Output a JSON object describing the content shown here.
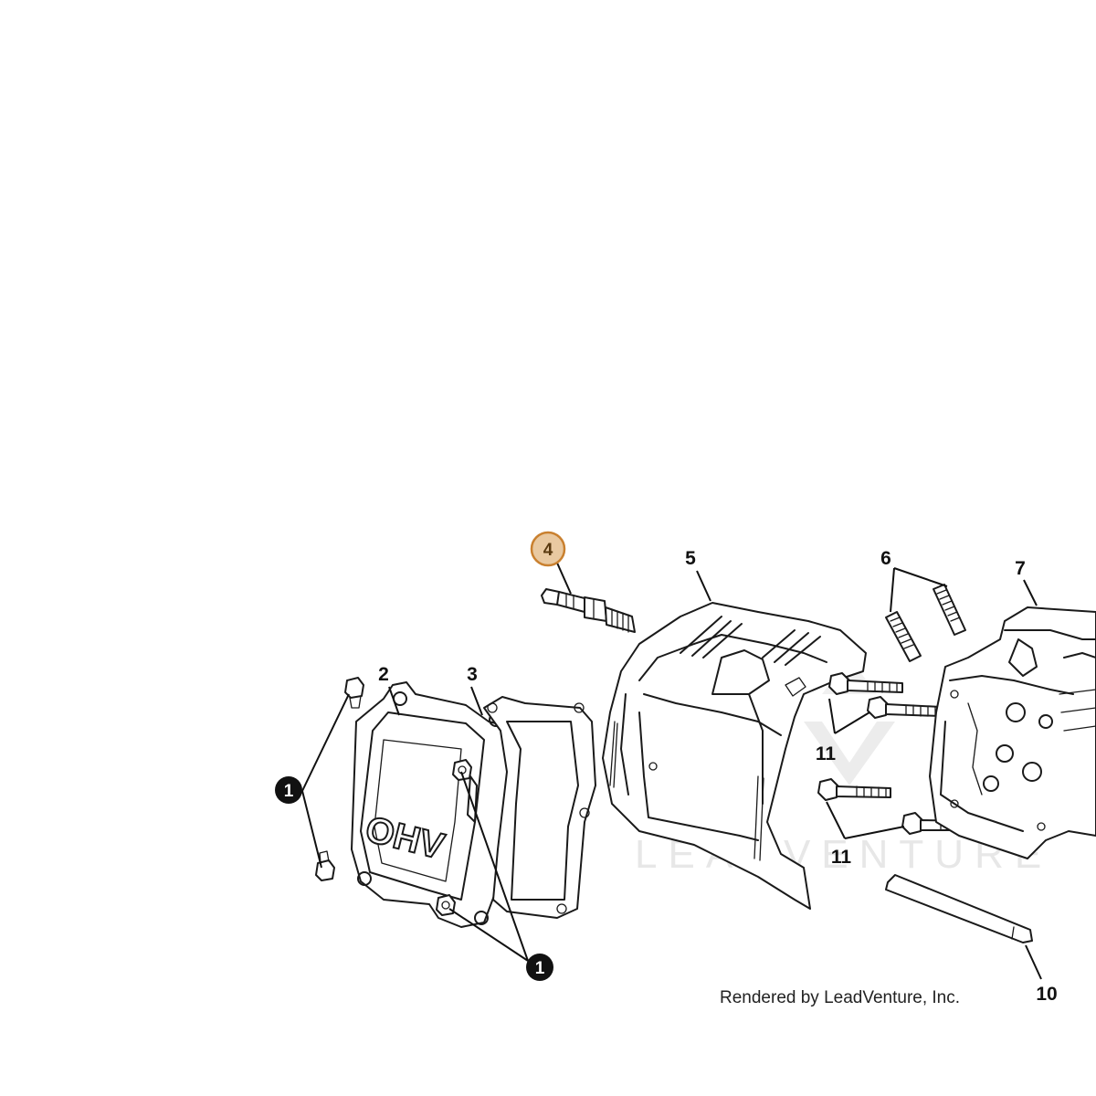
{
  "callouts": {
    "c1": "1",
    "c2": "2",
    "c3": "3",
    "c4": "4",
    "c5": "5",
    "c6": "6",
    "c7": "7",
    "c10": "10",
    "c11": "11"
  },
  "cover_text": "OHV",
  "watermark": "LEADVENTURE",
  "footer": "Rendered by LeadVenture, Inc.",
  "colors": {
    "highlight_fill": "#e9c9a1",
    "highlight_stroke": "#c9802f",
    "badge_fill": "#111111",
    "line": "#1a1a1a"
  }
}
